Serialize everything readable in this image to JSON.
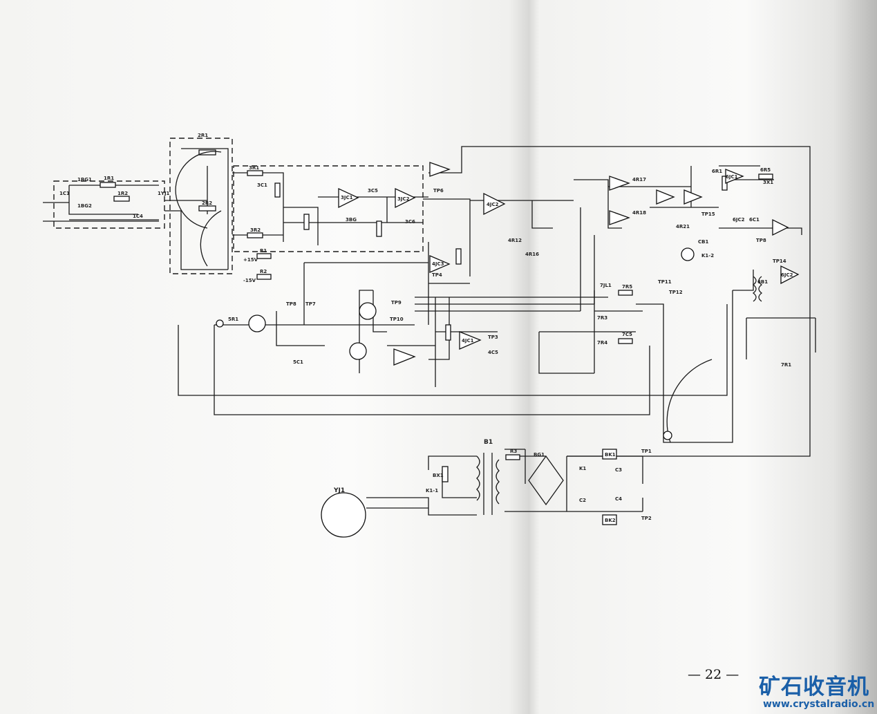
{
  "page_number": "— 22 —",
  "watermark": {
    "name": "矿石收音机",
    "url": "www.crystalradio.cn"
  },
  "labels": {
    "c1": "1C1",
    "bg1": "1BG1",
    "bg2": "1BG2",
    "r1": "1R1",
    "r2": "1R2",
    "c4": "1C4",
    "yj1": "1YJ1",
    "sw2r1": "2R1",
    "sw2r2": "2R2",
    "p15": "+15V",
    "m15": "-15V",
    "R1": "R1",
    "R2": "R2",
    "r3_1": "3R1",
    "r3_2": "3R2",
    "c3_1": "3C1",
    "c3_5": "3C5",
    "c3_6": "3C6",
    "bg3": "3BG",
    "ic1": "3JC1",
    "ic2": "3JC2",
    "tp8": "TP8",
    "tp7": "TP7",
    "tp9": "TP9",
    "tp10": "TP10",
    "c5_1": "5C1",
    "r5_1": "5R1",
    "tp3": "TP3",
    "tp6": "TP6",
    "tp4": "TP4",
    "ic4_1": "4JC1",
    "ic4_2": "4JC2",
    "ic4_3": "4JC3",
    "r4_12": "4R12",
    "r4_16": "4R16",
    "c4_5": "4C5",
    "ic6_1": "6JC1",
    "r6_5": "6R5",
    "r6_1": "6R1",
    "ic2_6": "6JC2",
    "c6_1": "6C1",
    "tp8b": "TP8",
    "r4_17": "4R17",
    "r4_18": "4R18",
    "tp15": "TP15",
    "cb1": "CB1",
    "k12": "K1-2",
    "r4_21": "4R21",
    "tp11": "TP11",
    "tp12": "TP12",
    "jl1": "7JL1",
    "r7_5": "7R5",
    "r7_3": "7R3",
    "r7_4": "7R4",
    "c7_5": "7C5",
    "b61": "6B1",
    "tp14": "TP14",
    "r7_1": "7R1",
    "ic6_2": "6JC2",
    "plug": "YJ1",
    "bx1": "BX1",
    "k11": "K1-1",
    "b1": "B1",
    "r3": "R3",
    "bg1p": "BG1",
    "bk1": "BK1",
    "bk2": "BK2",
    "tp1": "TP1",
    "tp2": "TP2",
    "k1": "K1",
    "c2": "C2",
    "c3": "C3",
    "c4p": "C4",
    "out": "3X1"
  }
}
